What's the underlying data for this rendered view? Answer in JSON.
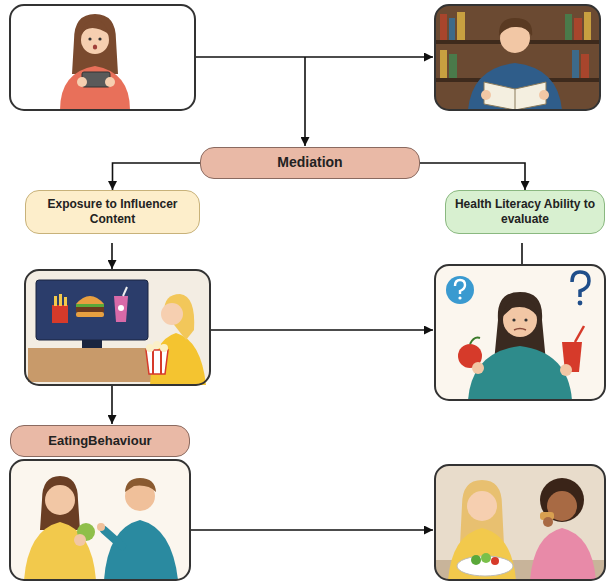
{
  "diagram": {
    "nodes": [
      {
        "text": [
          "Mediation"
        ]
      },
      {
        "text": [
          "Exposure to Influencer Content"
        ]
      },
      {
        "text": [
          "Health Literacy Ability to evaluate"
        ]
      },
      {
        "text": [
          "EatingBehaviour"
        ]
      }
    ],
    "edges": [
      {
        "from": 0,
        "to": 1,
        "arrow": "to"
      },
      {
        "from": 0,
        "to": 2,
        "arrow": "to"
      }
    ]
  }
}
